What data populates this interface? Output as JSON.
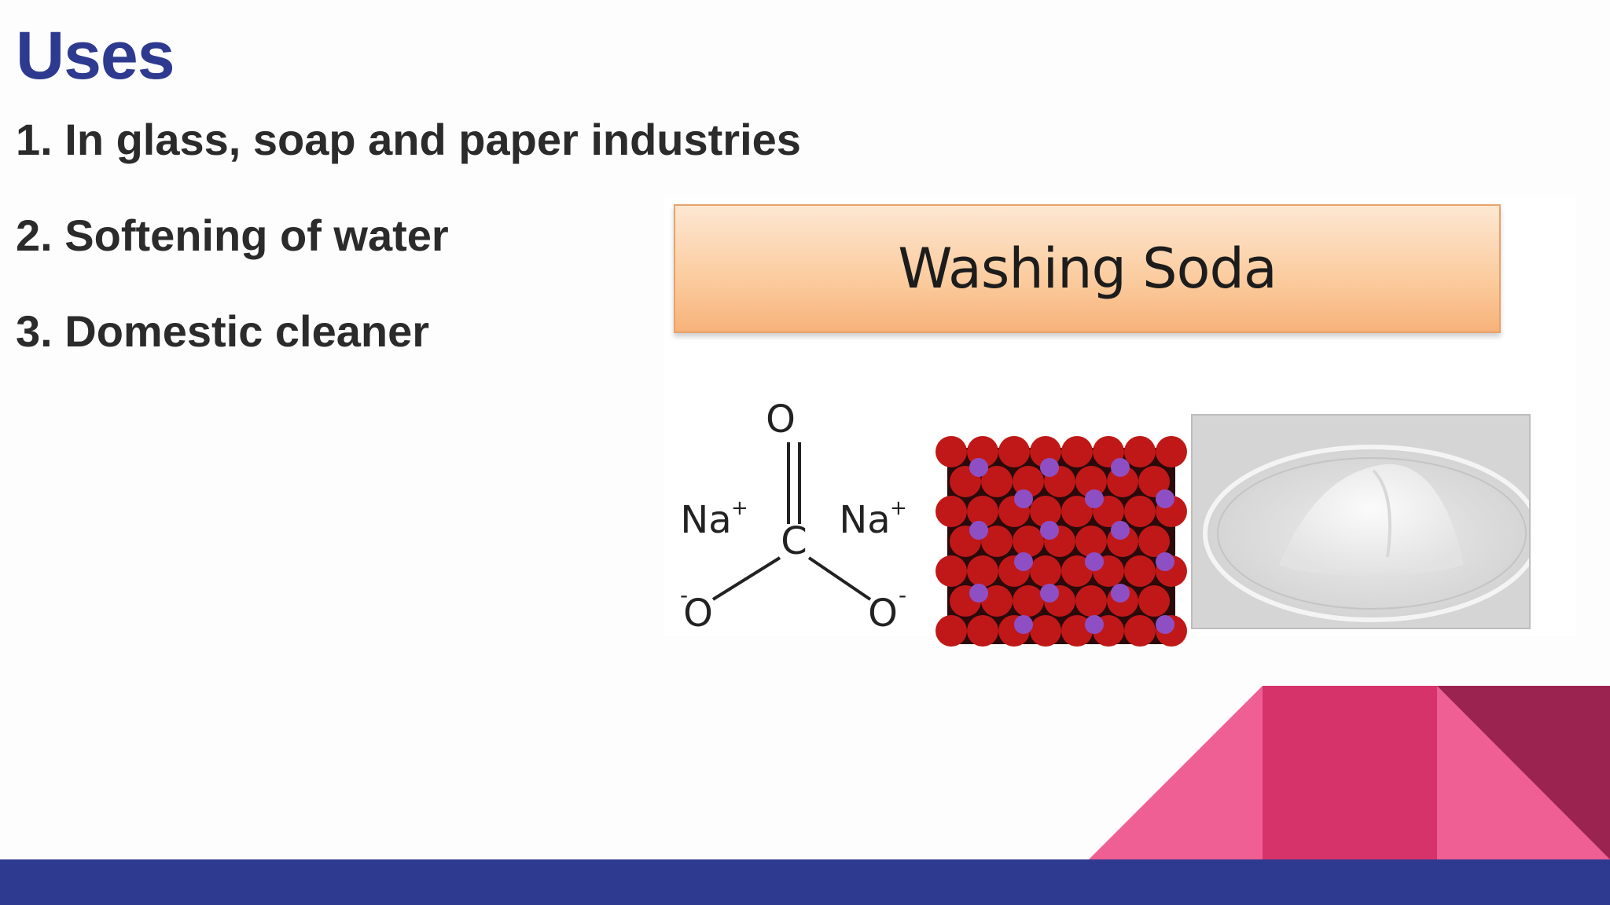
{
  "slide": {
    "title": "Uses",
    "items": [
      "1. In glass, soap and paper industries",
      "2. Softening of water",
      "3. Domestic cleaner"
    ]
  },
  "figure": {
    "banner_text": "Washing Soda",
    "structure_labels": {
      "na_left": "Na",
      "na_right": "Na",
      "charge_plus": "+",
      "charge_minus": "-",
      "oxygen_top": "O",
      "carbon": "C",
      "oxygen_left": "O",
      "oxygen_right": "O"
    }
  },
  "colors": {
    "title": "#2e3a8f",
    "bar": "#2e3a8f",
    "pink_light": "#ef5f93",
    "pink_mid": "#d6336b",
    "maroon": "#9b2350",
    "banner_orange": "#f7b27a"
  }
}
